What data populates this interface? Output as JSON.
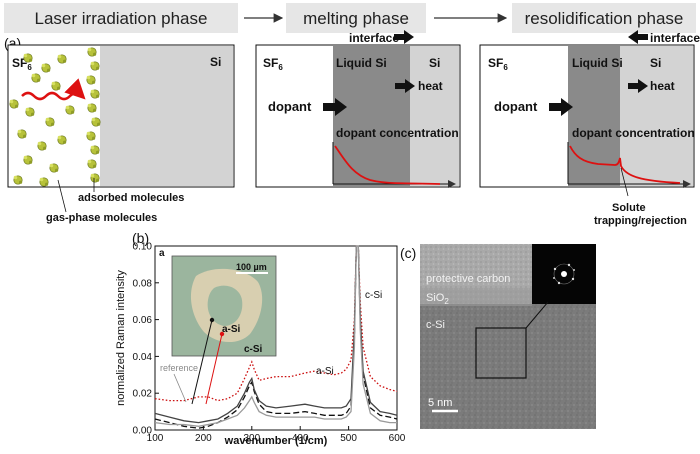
{
  "phases": [
    "Laser irradiation phase",
    "melting phase",
    "resolidification phase"
  ],
  "panel_labels": {
    "a": "(a)",
    "b": "(b)",
    "c": "(c)"
  },
  "panel1": {
    "sf6": "SF",
    "sub": "6",
    "si": "Si",
    "adsorbed": "adsorbed molecules",
    "gas_phase": "gas-phase molecules"
  },
  "panel2": {
    "interface": "interface",
    "sf6": "SF",
    "sub": "6",
    "liquid": "Liquid Si",
    "si": "Si",
    "heat": "heat",
    "dopant": "dopant",
    "concentration": "dopant concentration"
  },
  "panel3": {
    "interface": "interface",
    "sf6": "SF",
    "sub": "6",
    "liquid": "Liquid Si",
    "si": "Si",
    "heat": "heat",
    "dopant": "dopant",
    "concentration": "dopant concentration",
    "solute_1": "Solute",
    "solute_2": "trapping/rejection"
  },
  "chart_data": {
    "type": "line",
    "title": "a",
    "xlabel": "wavenumber (1/cm)",
    "ylabel": "normalized Raman intensity",
    "xlim": [
      100,
      600
    ],
    "ylim": [
      0,
      0.1
    ],
    "xticks": [
      100,
      200,
      300,
      400,
      500,
      600
    ],
    "yticks": [
      "0.00",
      "0.02",
      "0.04",
      "0.06",
      "0.08",
      "0.10"
    ],
    "series": [
      {
        "color": "#cc1111",
        "dash": "dotted",
        "x": [
          100,
          130,
          160,
          190,
          210,
          230,
          250,
          270,
          285,
          295,
          300,
          305,
          315,
          330,
          350,
          380,
          410,
          430,
          450,
          470,
          485,
          495,
          505,
          512,
          516,
          520,
          524,
          530,
          545,
          565,
          585,
          600
        ],
        "y": [
          0.017,
          0.016,
          0.016,
          0.018,
          0.018,
          0.016,
          0.017,
          0.02,
          0.028,
          0.034,
          0.037,
          0.033,
          0.027,
          0.028,
          0.029,
          0.029,
          0.031,
          0.032,
          0.031,
          0.03,
          0.031,
          0.033,
          0.038,
          0.06,
          0.1,
          0.1,
          0.07,
          0.045,
          0.029,
          0.024,
          0.022,
          0.021
        ]
      },
      {
        "color": "#111111",
        "dash": "dashed",
        "x": [
          100,
          130,
          160,
          190,
          210,
          230,
          250,
          270,
          285,
          295,
          300,
          305,
          315,
          330,
          350,
          380,
          410,
          430,
          450,
          470,
          485,
          495,
          505,
          512,
          516,
          520,
          524,
          530,
          545,
          565,
          585,
          600
        ],
        "y": [
          0.006,
          0.004,
          0.002,
          0.001,
          0.002,
          0.004,
          0.007,
          0.011,
          0.018,
          0.024,
          0.026,
          0.021,
          0.014,
          0.01,
          0.009,
          0.009,
          0.01,
          0.009,
          0.008,
          0.008,
          0.008,
          0.009,
          0.013,
          0.05,
          0.1,
          0.1,
          0.06,
          0.03,
          0.012,
          0.008,
          0.007,
          0.006
        ]
      },
      {
        "color": "#444444",
        "dash": "solid",
        "x": [
          100,
          130,
          160,
          190,
          210,
          230,
          250,
          270,
          285,
          295,
          300,
          305,
          315,
          330,
          350,
          380,
          410,
          430,
          450,
          470,
          485,
          495,
          505,
          512,
          516,
          520,
          524,
          530,
          545,
          565,
          585,
          600
        ],
        "y": [
          0.009,
          0.007,
          0.005,
          0.004,
          0.005,
          0.006,
          0.009,
          0.013,
          0.02,
          0.026,
          0.028,
          0.022,
          0.016,
          0.013,
          0.012,
          0.013,
          0.014,
          0.013,
          0.012,
          0.012,
          0.012,
          0.013,
          0.017,
          0.055,
          0.1,
          0.1,
          0.062,
          0.032,
          0.015,
          0.01,
          0.009,
          0.008
        ]
      },
      {
        "color": "#9a9a9a",
        "dash": "solid",
        "x": [
          100,
          130,
          160,
          190,
          210,
          230,
          250,
          270,
          285,
          295,
          300,
          305,
          315,
          330,
          350,
          380,
          410,
          430,
          450,
          470,
          485,
          495,
          505,
          512,
          516,
          520,
          524,
          530,
          545,
          565,
          585,
          600
        ],
        "y": [
          0.004,
          0.003,
          0.003,
          0.002,
          0.003,
          0.004,
          0.006,
          0.008,
          0.012,
          0.016,
          0.018,
          0.015,
          0.01,
          0.008,
          0.007,
          0.007,
          0.007,
          0.007,
          0.006,
          0.006,
          0.006,
          0.007,
          0.01,
          0.045,
          0.1,
          0.1,
          0.055,
          0.025,
          0.009,
          0.005,
          0.004,
          0.004
        ]
      }
    ],
    "annotations": [
      "c-Si",
      "a-Si"
    ]
  },
  "inset_b": {
    "scale": "100 µm",
    "a_si": "a-Si",
    "c_si": "c-Si",
    "reference": "reference"
  },
  "panel_c": {
    "protective": "protective carbon",
    "sio2": "SiO",
    "sio2_sub": "2",
    "csi": "c-Si",
    "scale": "5 nm"
  },
  "colors": {
    "red": "#dd1111",
    "banner": "#e6e6e6",
    "si_light": "#d3d3d3",
    "liquid": "#8a8a8a",
    "molecule": "#b7c23a"
  }
}
